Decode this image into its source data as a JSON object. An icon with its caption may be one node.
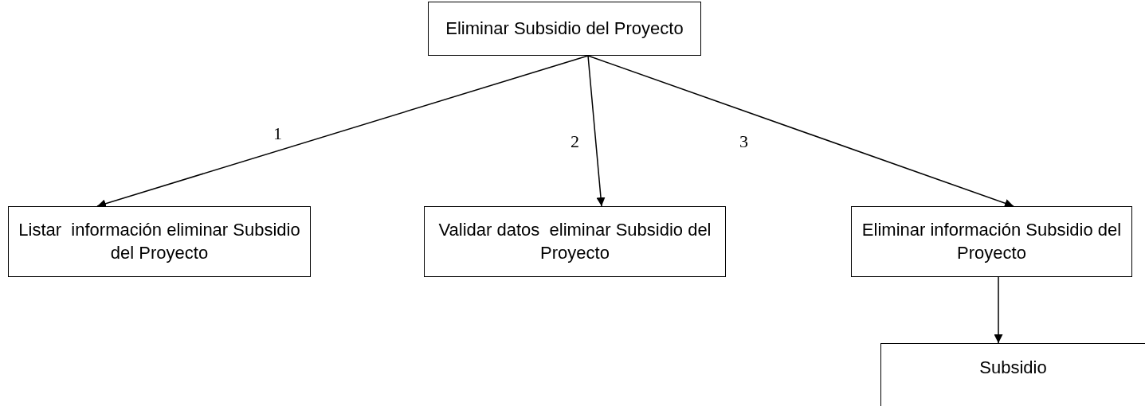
{
  "diagram": {
    "nodes": [
      {
        "text": [
          "Eliminar Subsidio del Proyecto"
        ]
      },
      {
        "text": [
          "Listar  información eliminar Subsidio del Proyecto"
        ]
      },
      {
        "text": [
          "Validar datos  eliminar Subsidio del Proyecto"
        ]
      },
      {
        "text": [
          "Eliminar información Subsidio del Proyecto"
        ]
      },
      {
        "text": [
          "Subsidio"
        ]
      }
    ],
    "edges": [
      {
        "from": 0,
        "to": 1,
        "arrow": "to",
        "label": "1"
      },
      {
        "from": 0,
        "to": 2,
        "arrow": "to",
        "label": "2"
      },
      {
        "from": 0,
        "to": 3,
        "arrow": "to",
        "label": "3"
      },
      {
        "from": 3,
        "to": 4,
        "arrow": "to"
      }
    ]
  }
}
